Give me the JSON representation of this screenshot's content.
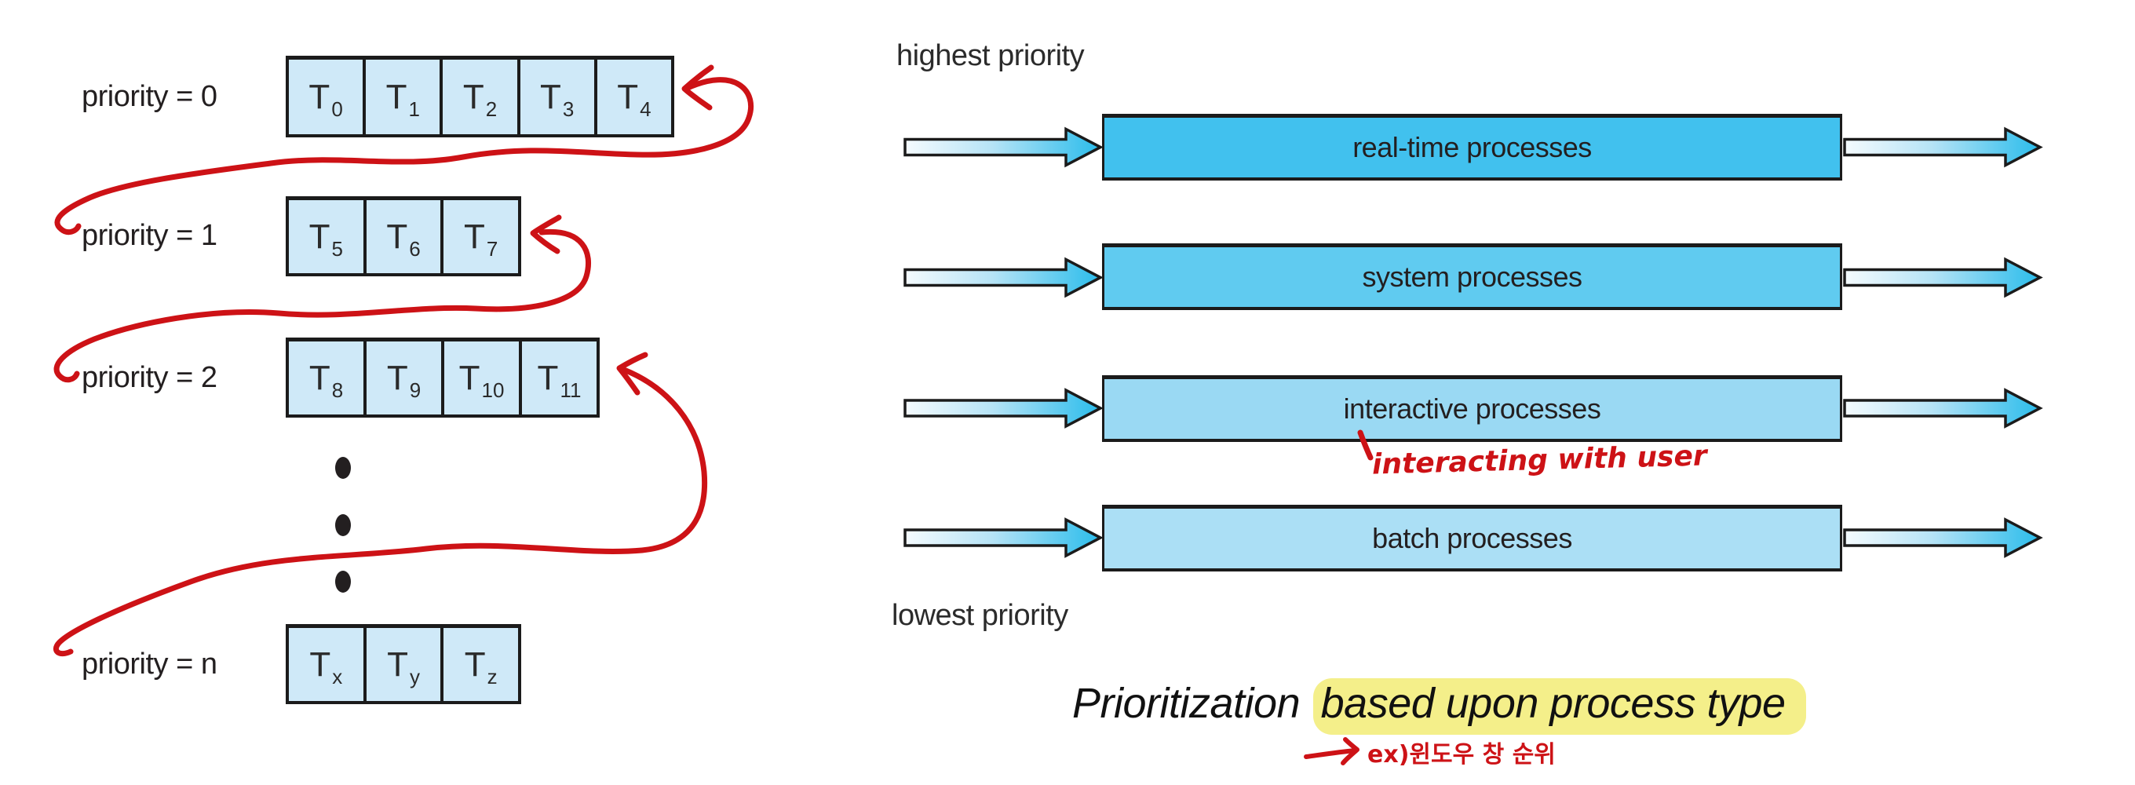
{
  "left_panel": {
    "queues": [
      {
        "label": "priority = 0",
        "cells": [
          {
            "base": "T",
            "sub": "0"
          },
          {
            "base": "T",
            "sub": "1"
          },
          {
            "base": "T",
            "sub": "2"
          },
          {
            "base": "T",
            "sub": "3"
          },
          {
            "base": "T",
            "sub": "4"
          }
        ]
      },
      {
        "label": "priority = 1",
        "cells": [
          {
            "base": "T",
            "sub": "5"
          },
          {
            "base": "T",
            "sub": "6"
          },
          {
            "base": "T",
            "sub": "7"
          }
        ]
      },
      {
        "label": "priority = 2",
        "cells": [
          {
            "base": "T",
            "sub": "8"
          },
          {
            "base": "T",
            "sub": "9"
          },
          {
            "base": "T",
            "sub": "10"
          },
          {
            "base": "T",
            "sub": "11"
          }
        ]
      },
      {
        "label": "priority = n",
        "cells": [
          {
            "base": "T",
            "sub": "x"
          },
          {
            "base": "T",
            "sub": "y"
          },
          {
            "base": "T",
            "sub": "z"
          }
        ]
      }
    ]
  },
  "right_panel": {
    "top_label": "highest priority",
    "bottom_label": "lowest priority",
    "bars": [
      {
        "label": "real-time processes",
        "color": "#41c1ee"
      },
      {
        "label": "system processes",
        "color": "#60cbf0"
      },
      {
        "label": "interactive processes",
        "color": "#9ad9f3"
      },
      {
        "label": "batch processes",
        "color": "#abdff5"
      }
    ],
    "annotation": "interacting with user"
  },
  "caption": {
    "plain": "Prioritization",
    "highlighted": "based upon process type",
    "highlight_color": "#f4ef8a"
  },
  "note": {
    "text": "ex)윈도우 창 순위"
  },
  "colors": {
    "queue_fill": "#cfe9f8",
    "outline": "#1b1b1b",
    "red_ink": "#cd1216",
    "text": "#231f20",
    "flow_arrow_gradient_start": "#f5fbfe",
    "flow_arrow_gradient_end": "#2abceb"
  }
}
